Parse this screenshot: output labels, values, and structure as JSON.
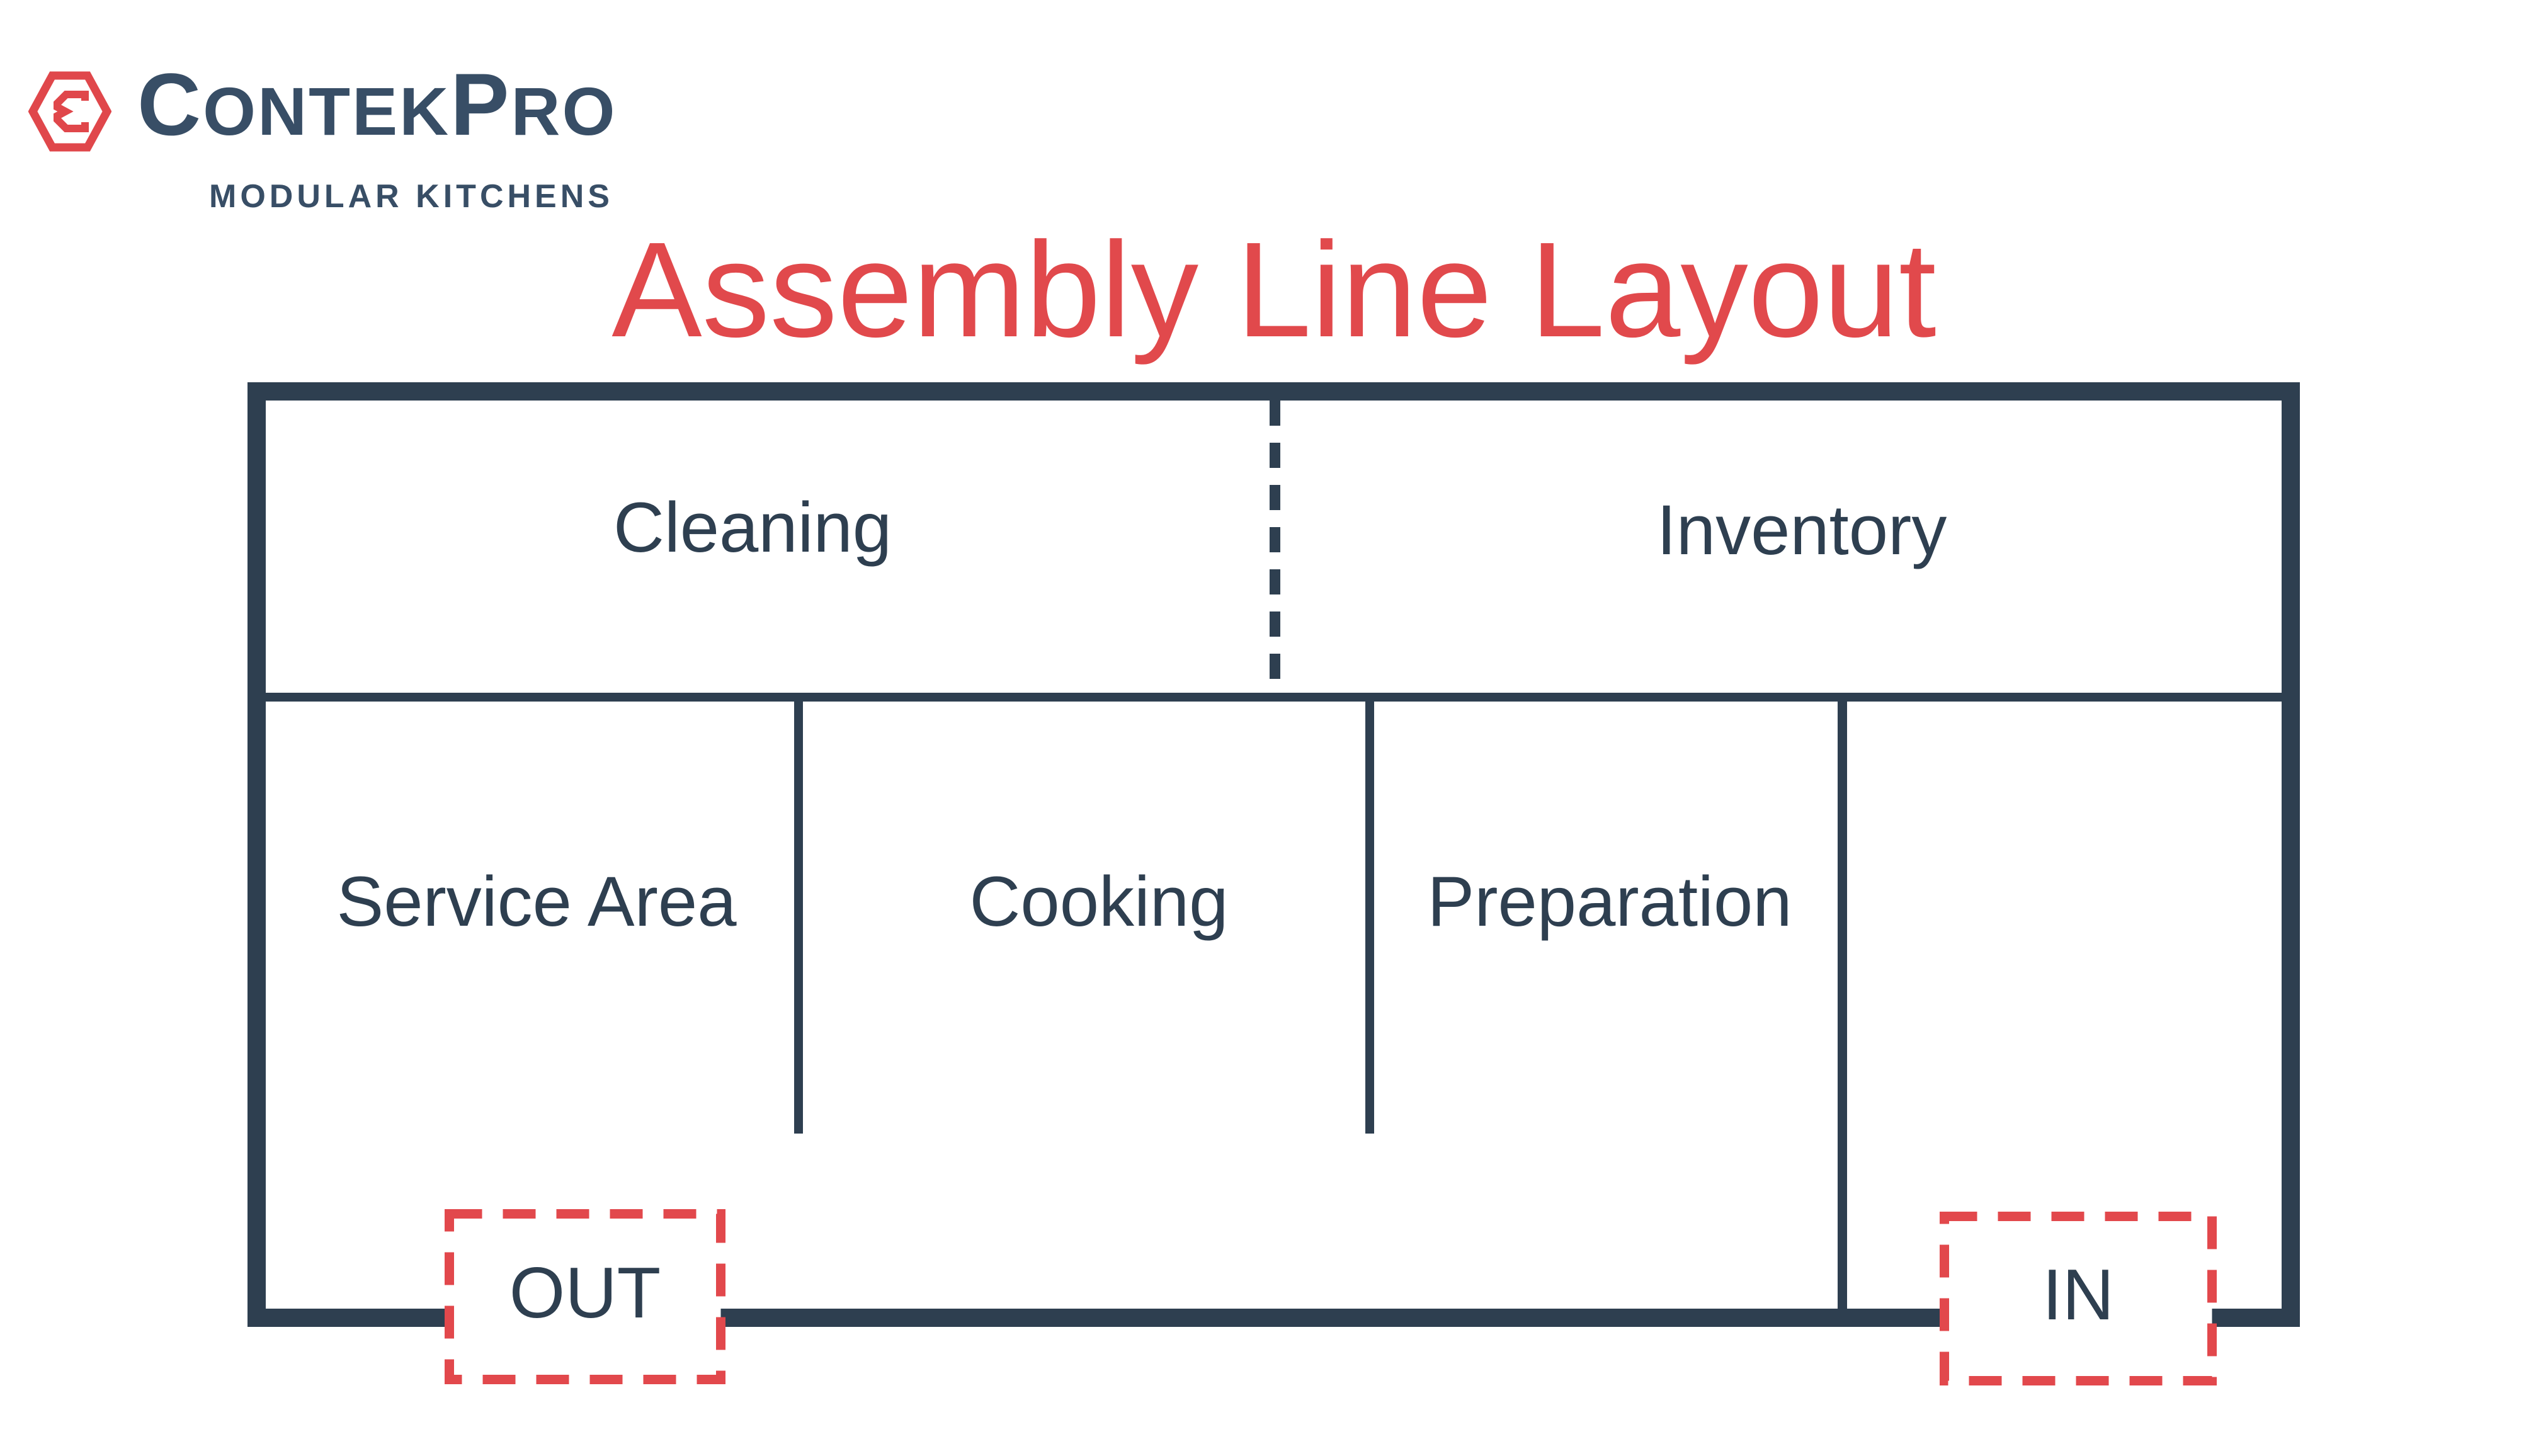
{
  "brand": {
    "icon": "hexagon-c-logo",
    "wordmark": {
      "lead1": "C",
      "body1": "ONTEK",
      "lead2": "P",
      "body2": "RO"
    },
    "tagline": "MODULAR KITCHENS"
  },
  "title": "Assembly Line Layout",
  "floor_plan": {
    "top_row": {
      "left_room": "Cleaning",
      "right_room": "Inventory"
    },
    "bottom_row": {
      "rooms": [
        "Service Area",
        "Cooking",
        "Preparation"
      ]
    },
    "markers": {
      "exit": "OUT",
      "entry": "IN"
    }
  },
  "colors": {
    "wall_navy": "#2E3F50",
    "brand_navy": "#384E66",
    "accent_red": "#E1494C",
    "marker_red": "#E2484C",
    "logo_red": "#E0474B"
  }
}
